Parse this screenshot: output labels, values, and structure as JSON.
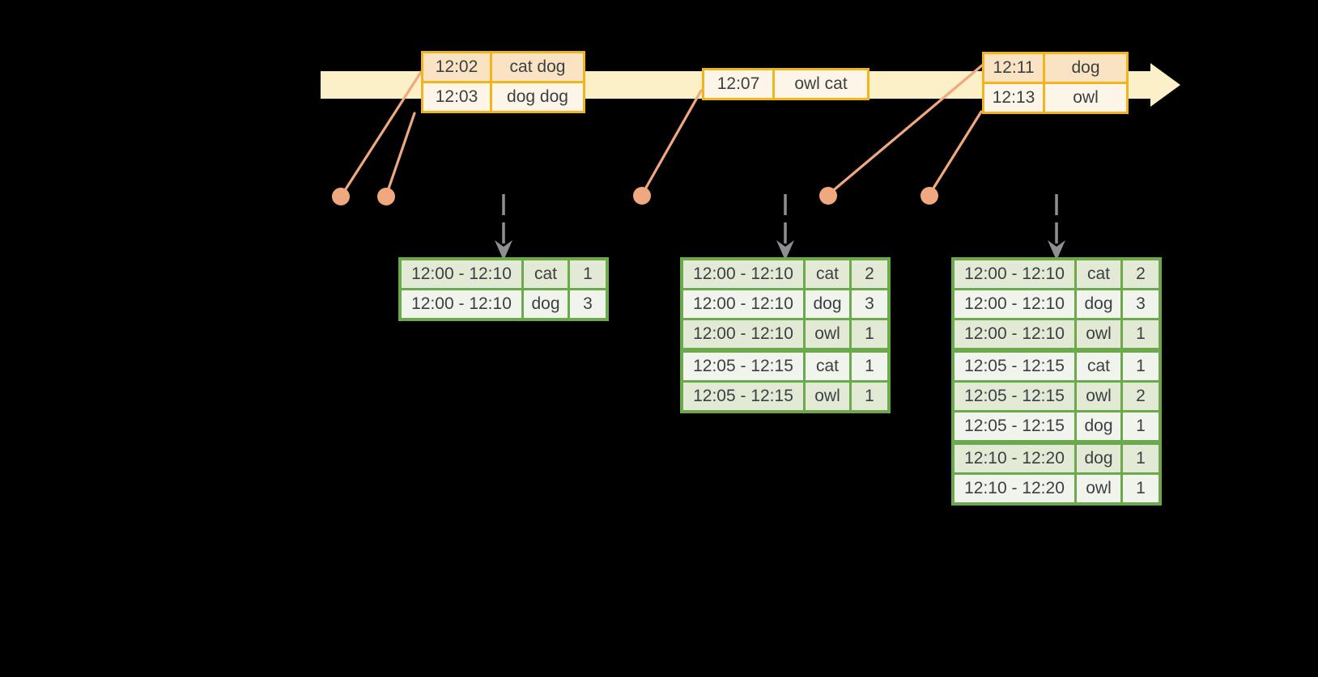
{
  "colors": {
    "background": "#000000",
    "timeline_band": "#fbf0c7",
    "event_border": "#f0b41e",
    "event_row_dark": "#fae3c2",
    "event_row_light": "#fdf5e8",
    "connector_salmon": "#f0a87e",
    "flow_arrow_gray": "#8f8f8f",
    "table_border_green": "#6ca84c",
    "table_row_green": "#e2ead5",
    "table_row_light": "#f0f4ec",
    "text": "#3c4043"
  },
  "icons": {
    "timeline_arrowhead": "right-arrow",
    "flow_arrow": "down-dashed-arrow",
    "event_marker": "dot"
  },
  "timeline": {
    "event_groups": [
      {
        "rows": [
          {
            "time": "12:02",
            "words": "cat dog"
          },
          {
            "time": "12:03",
            "words": "dog dog"
          }
        ]
      },
      {
        "rows": [
          {
            "time": "12:07",
            "words": "owl cat"
          }
        ]
      },
      {
        "rows": [
          {
            "time": "12:11",
            "words": "dog"
          },
          {
            "time": "12:13",
            "words": "owl"
          }
        ]
      }
    ]
  },
  "result_tables": [
    {
      "rows": [
        {
          "window": "12:00 - 12:10",
          "word": "cat",
          "count": "1"
        },
        {
          "window": "12:00 - 12:10",
          "word": "dog",
          "count": "3"
        }
      ]
    },
    {
      "rows": [
        {
          "window": "12:00 - 12:10",
          "word": "cat",
          "count": "2"
        },
        {
          "window": "12:00 - 12:10",
          "word": "dog",
          "count": "3"
        },
        {
          "window": "12:00 - 12:10",
          "word": "owl",
          "count": "1"
        },
        {
          "window": "12:05 - 12:15",
          "word": "cat",
          "count": "1"
        },
        {
          "window": "12:05 - 12:15",
          "word": "owl",
          "count": "1"
        }
      ]
    },
    {
      "rows": [
        {
          "window": "12:00 - 12:10",
          "word": "cat",
          "count": "2"
        },
        {
          "window": "12:00 - 12:10",
          "word": "dog",
          "count": "3"
        },
        {
          "window": "12:00 - 12:10",
          "word": "owl",
          "count": "1"
        },
        {
          "window": "12:05 - 12:15",
          "word": "cat",
          "count": "1"
        },
        {
          "window": "12:05 - 12:15",
          "word": "owl",
          "count": "2"
        },
        {
          "window": "12:05 - 12:15",
          "word": "dog",
          "count": "1"
        },
        {
          "window": "12:10 - 12:20",
          "word": "dog",
          "count": "1"
        },
        {
          "window": "12:10 - 12:20",
          "word": "owl",
          "count": "1"
        }
      ]
    }
  ]
}
